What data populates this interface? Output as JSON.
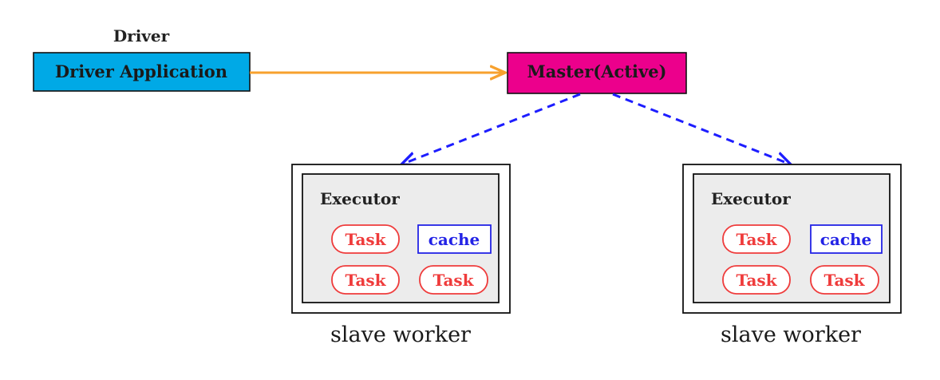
{
  "driver": {
    "caption": "Driver",
    "box_label": "Driver Application",
    "fill_color": "#00a9e6"
  },
  "master": {
    "box_label": "Master(Active)",
    "fill_color": "#ec008c"
  },
  "colors": {
    "orange_arrow": "#f7a12e",
    "blue_dashed_arrow": "#1d1dff",
    "task_red": "#ef3b3b",
    "cache_blue": "#2323e6",
    "executor_fill": "#ececec"
  },
  "workers": [
    {
      "executor_label": "Executor",
      "items": [
        "Task",
        "cache",
        "Task",
        "Task"
      ],
      "caption": "slave worker"
    },
    {
      "executor_label": "Executor",
      "items": [
        "Task",
        "cache",
        "Task",
        "Task"
      ],
      "caption": "slave worker"
    }
  ]
}
